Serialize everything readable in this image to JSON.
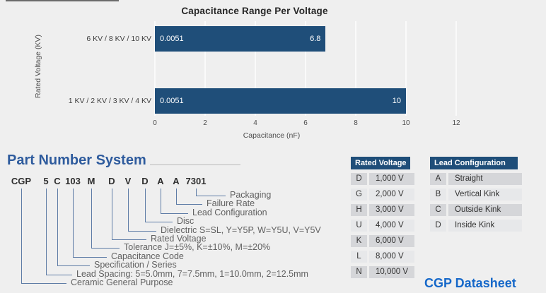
{
  "chart_data": {
    "type": "bar",
    "orientation": "horizontal",
    "title": "Capacitance Range Per Voltage",
    "xlabel": "Capacitance (nF)",
    "ylabel": "Rated Voltage  (KV)",
    "categories": [
      "6 KV / 8 KV / 10 KV",
      "1 KV / 2 KV / 3 KV / 4 KV"
    ],
    "bars": [
      {
        "category": "6 KV / 8 KV / 10 KV",
        "min": 0.0051,
        "max": 6.8,
        "min_label": "0.0051",
        "max_label": "6.8"
      },
      {
        "category": "1 KV / 2 KV / 3 KV / 4 KV",
        "min": 0.0051,
        "max": 10,
        "min_label": "0.0051",
        "max_label": "10"
      }
    ],
    "x_ticks": [
      0,
      2,
      4,
      6,
      8,
      10,
      12
    ],
    "xlim": [
      0,
      12
    ],
    "bar_color": "#1f4e79",
    "grid": true,
    "legend_position": "none"
  },
  "part_number_system": {
    "title": "Part Number System",
    "example_codes": [
      "CGP",
      "5",
      "C",
      "103",
      "M",
      "D",
      "V",
      "D",
      "A",
      "A",
      "7301"
    ],
    "items": [
      {
        "code": "CGP",
        "label": "Ceramic General Purpose"
      },
      {
        "code": "5",
        "label": "Lead Spacing: 5=5.0mm, 7=7.5mm, 1=10.0mm, 2=12.5mm"
      },
      {
        "code": "C",
        "label": "Specification / Series"
      },
      {
        "code": "103",
        "label": "Capacitance Code"
      },
      {
        "code": "M",
        "label": "Tolerance J=±5%, K=±10%, M=±20%"
      },
      {
        "code": "D",
        "label": "Rated Voltage"
      },
      {
        "code": "V",
        "label": "Dielectric S=SL, Y=Y5P, W=Y5U, V=Y5V"
      },
      {
        "code": "D",
        "label": "Disc"
      },
      {
        "code": "A",
        "label": "Lead Configuration"
      },
      {
        "code": "A",
        "label": "Failure Rate"
      },
      {
        "code": "7301",
        "label": "Packaging"
      }
    ]
  },
  "tables": {
    "rated_voltage": {
      "title": "Rated Voltage",
      "rows": [
        {
          "key": "D",
          "value": "1,000 V"
        },
        {
          "key": "G",
          "value": "2,000 V"
        },
        {
          "key": "H",
          "value": "3,000 V"
        },
        {
          "key": "U",
          "value": "4,000 V"
        },
        {
          "key": "K",
          "value": "6,000 V"
        },
        {
          "key": "L",
          "value": "8,000 V"
        },
        {
          "key": "N",
          "value": "10,000 V"
        }
      ]
    },
    "lead_configuration": {
      "title": "Lead Configuration",
      "rows": [
        {
          "key": "A",
          "value": "Straight"
        },
        {
          "key": "B",
          "value": "Vertical Kink"
        },
        {
          "key": "C",
          "value": "Outside Kink"
        },
        {
          "key": "D",
          "value": "Inside Kink"
        }
      ]
    }
  },
  "footer": {
    "datasheet_label": "CGP Datasheet"
  },
  "colors": {
    "accent_navy": "#1f4e79",
    "heading_blue": "#2e5b9d",
    "link_blue": "#1668c9",
    "background": "#efefef"
  }
}
